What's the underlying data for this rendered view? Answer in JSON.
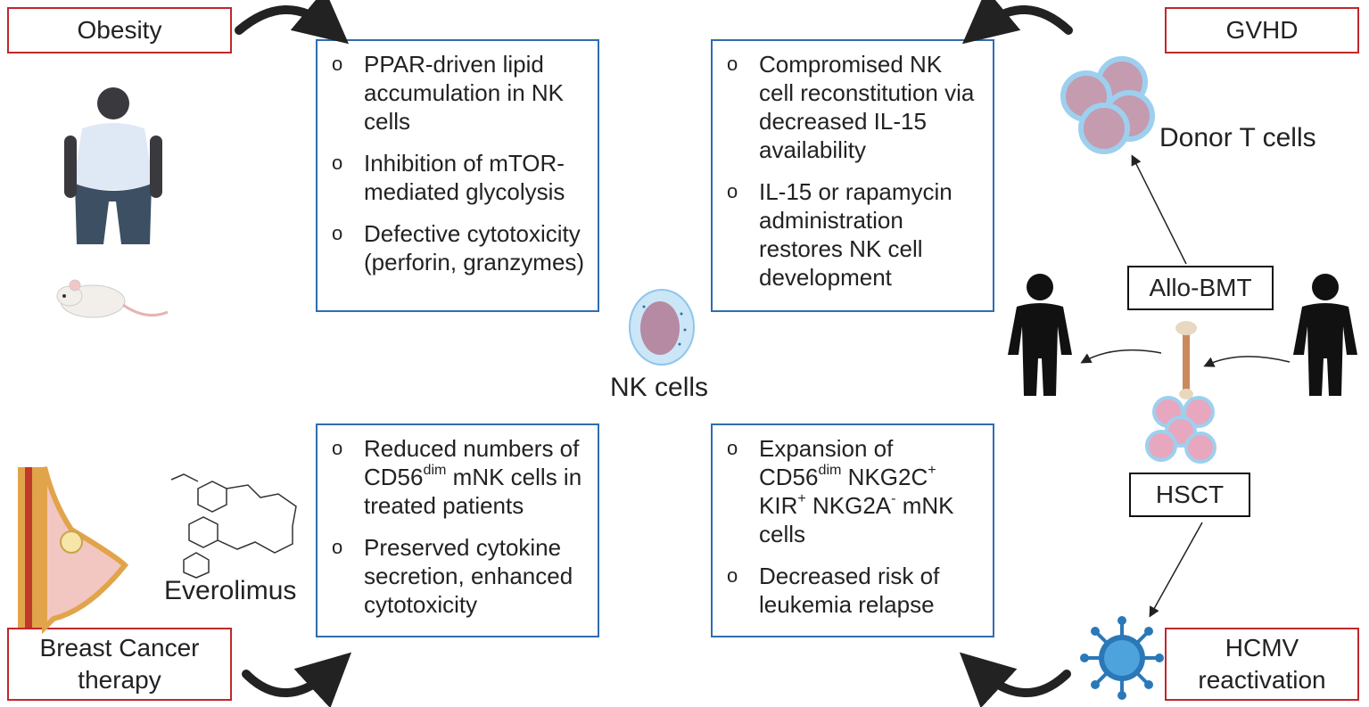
{
  "triggers": {
    "obesity": "Obesity",
    "gvhd": "GVHD",
    "breast_cancer": "Breast Cancer therapy",
    "hcmv": "HCMV reactivation"
  },
  "boxes": {
    "top_left": [
      "PPAR-driven lipid accumulation in NK cells",
      "Inhibition of mTOR-mediated glycolysis",
      "Defective cytotoxicity (perforin, granzymes)"
    ],
    "top_right": [
      "Compromised NK cell reconstitution via decreased IL-15 availability",
      "IL-15 or rapamycin administration restores NK cell development"
    ],
    "bottom_left": [
      {
        "pre": "Reduced numbers of CD56",
        "sup": "dim",
        "post": " mNK cells in treated patients"
      },
      {
        "pre": "Preserved cytokine secretion, enhanced cytotoxicity",
        "sup": "",
        "post": ""
      }
    ],
    "bottom_right": [
      {
        "parts": [
          {
            "t": "Expansion of CD56"
          },
          {
            "s": "dim"
          },
          {
            "t": " NKG2C"
          },
          {
            "s": "+"
          },
          {
            "t": " KIR"
          },
          {
            "s": "+"
          },
          {
            "t": " NKG2A"
          },
          {
            "s": "-"
          },
          {
            "t": " mNK cells"
          }
        ]
      },
      {
        "parts": [
          {
            "t": "Decreased risk of leukemia relapse"
          }
        ]
      }
    ]
  },
  "labels": {
    "nk_cells": "NK cells",
    "donor_t_cells": "Donor T cells",
    "everolimus": "Everolimus",
    "allo_bmt": "Allo-BMT",
    "hsct": "HSCT"
  },
  "colors": {
    "trigger_border": "#c0272d",
    "box_border": "#2f6db0",
    "cell_fill": "#c59bb0",
    "cell_ring": "#9dd0ee",
    "virus": "#2b78b8"
  }
}
